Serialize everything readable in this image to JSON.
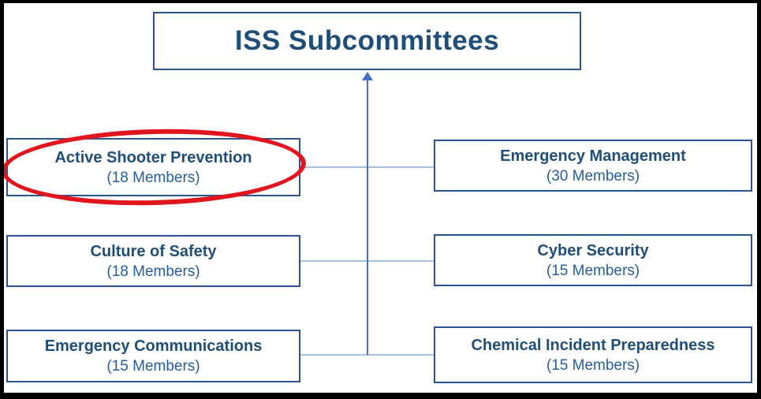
{
  "title": "ISS Subcommittees",
  "left_column": [
    {
      "name": "Active Shooter Prevention",
      "members": "(18 Members)",
      "highlighted": true
    },
    {
      "name": "Culture of Safety",
      "members": "(18 Members)",
      "highlighted": false
    },
    {
      "name": "Emergency Communications",
      "members": "(15 Members)",
      "highlighted": false
    }
  ],
  "right_column": [
    {
      "name": "Emergency Management",
      "members": "(30 Members)",
      "highlighted": false
    },
    {
      "name": "Cyber Security",
      "members": "(15 Members)",
      "highlighted": false
    },
    {
      "name": "Chemical Incident Preparedness",
      "members": "(15 Members)",
      "highlighted": false
    }
  ],
  "colors": {
    "frame": "#000000",
    "box_border": "#2E5394",
    "heading_text": "#1F4E79",
    "members_text": "#255E9B",
    "spine": "#4472C4",
    "connector": "#A6BFE2",
    "highlight_ellipse": "#E0151D"
  },
  "icons": {
    "arrow_up": "connector arrow pointing up into title box"
  }
}
